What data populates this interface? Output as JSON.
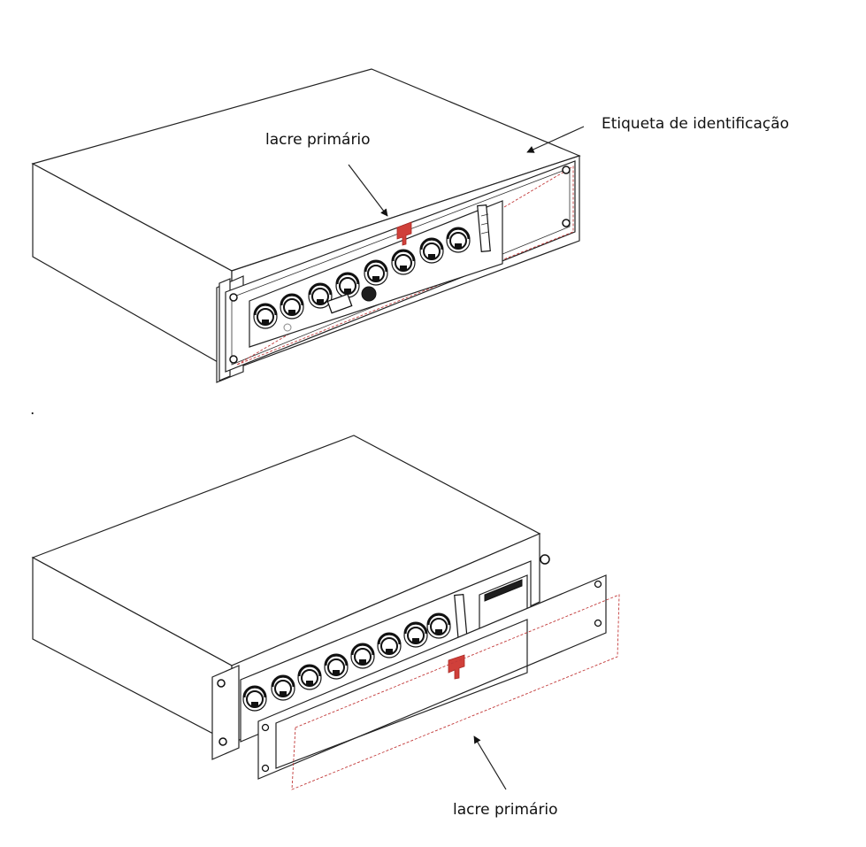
{
  "labels": {
    "top_seal": "lacre primário",
    "top_label": "Etiqueta de identificação",
    "bottom_seal": "lacre primário",
    "stray_dot": "."
  },
  "colors": {
    "seal": "#d0403a",
    "outline": "#222222",
    "label_dashed": "#c23a3a"
  }
}
